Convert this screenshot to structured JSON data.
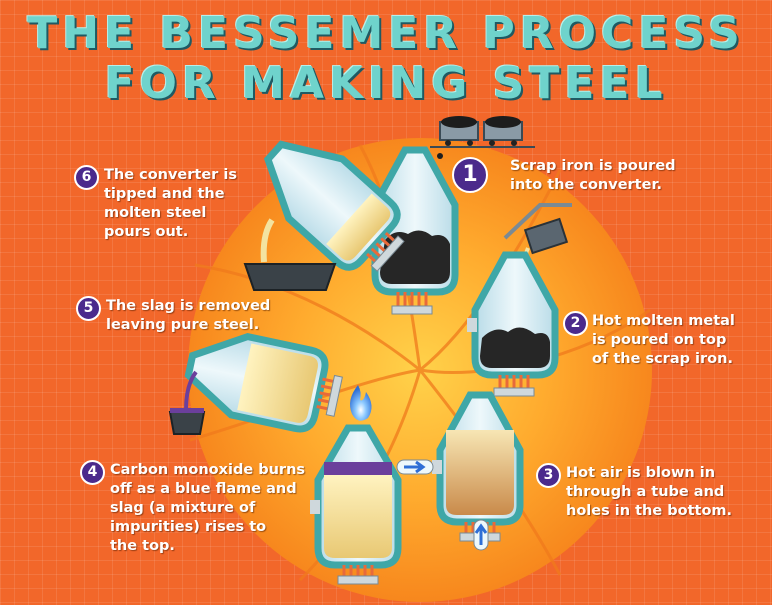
{
  "title": {
    "line1": "THE BESSEMER PROCESS",
    "line2": "FOR MAKING STEEL"
  },
  "steps": [
    {
      "number": "1",
      "lines": [
        "Scrap iron is poured",
        "into the converter."
      ]
    },
    {
      "number": "2",
      "lines": [
        "Hot molten metal",
        "is poured on top",
        "of the scrap iron."
      ]
    },
    {
      "number": "3",
      "lines": [
        "Hot air is blown in",
        "through a tube and",
        "holes in the bottom."
      ]
    },
    {
      "number": "4",
      "lines": [
        "Carbon monoxide burns",
        "off as a blue flame and",
        "slag (a mixture of",
        "impurities) rises to",
        "the top."
      ]
    },
    {
      "number": "5",
      "lines": [
        "The slag is removed",
        "leaving pure steel."
      ]
    },
    {
      "number": "6",
      "lines": [
        "The converter is",
        "tipped and the",
        "molten steel",
        "pours out."
      ]
    }
  ],
  "colors": {
    "background": "#f2672a",
    "title": "#6fd3cc",
    "badge": "#4b2a8c",
    "converter_shell": "#3fa7a7",
    "converter_glass": "#d8ecf2",
    "molten_steel": "#f3e3a0",
    "slag": "#6b3f9c",
    "scrap_iron": "#262626",
    "flame": "#3b8de0"
  }
}
